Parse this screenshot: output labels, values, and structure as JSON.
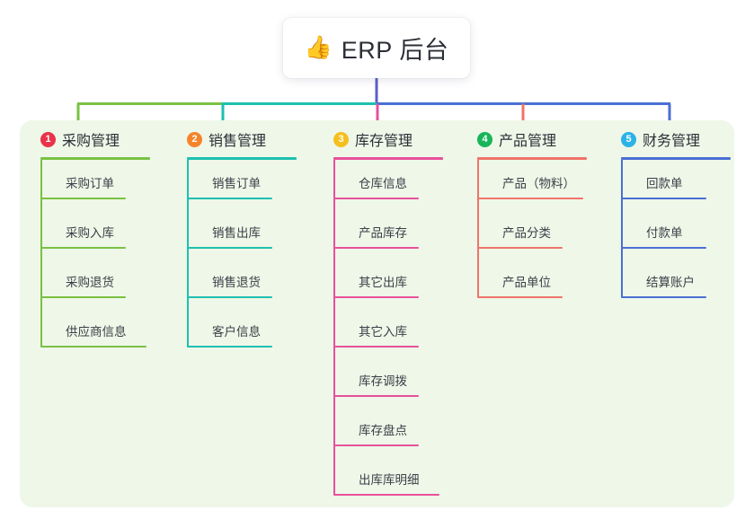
{
  "root": {
    "icon": "thumbs-up-emoji",
    "emoji": "👍",
    "title": "ERP 后台"
  },
  "colors": {
    "panel_bg": "#eef7e8",
    "root_trunk": "#5b5fc7",
    "branch_1": "#7ac143",
    "branch_2": "#1ec0b0",
    "branch_3": "#e8509b",
    "branch_4": "#f0736a",
    "branch_5": "#4a6fd4",
    "badge_1": "#e8334a",
    "badge_2": "#f5842a",
    "badge_3": "#f5bf1e",
    "badge_4": "#19b558",
    "badge_5": "#2bb3e8"
  },
  "columns": [
    {
      "number": "1",
      "title": "采购管理",
      "line_color": "#7ac143",
      "badge_color": "#e8334a",
      "items": [
        "采购订单",
        "采购入库",
        "采购退货",
        "供应商信息"
      ]
    },
    {
      "number": "2",
      "title": "销售管理",
      "line_color": "#1ec0b0",
      "badge_color": "#f5842a",
      "items": [
        "销售订单",
        "销售出库",
        "销售退货",
        "客户信息"
      ]
    },
    {
      "number": "3",
      "title": "库存管理",
      "line_color": "#e8509b",
      "badge_color": "#f5bf1e",
      "items": [
        "仓库信息",
        "产品库存",
        "其它出库",
        "其它入库",
        "库存调拨",
        "库存盘点",
        "出库库明细"
      ]
    },
    {
      "number": "4",
      "title": "产品管理",
      "line_color": "#f0736a",
      "badge_color": "#19b558",
      "items": [
        "产品（物料）",
        "产品分类",
        "产品单位"
      ]
    },
    {
      "number": "5",
      "title": "财务管理",
      "line_color": "#4a6fd4",
      "badge_color": "#2bb3e8",
      "items": [
        "回款单",
        "付款单",
        "结算账户"
      ]
    }
  ]
}
